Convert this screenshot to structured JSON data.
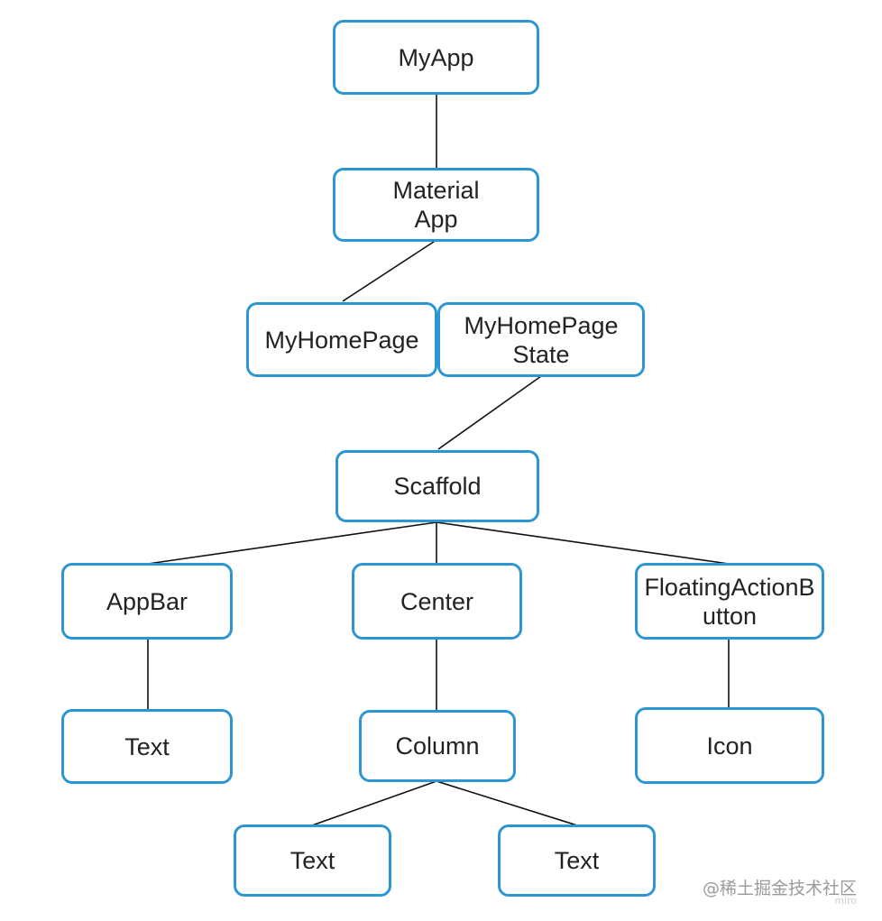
{
  "nodes": {
    "myapp": "MyApp",
    "material_app": "Material\nApp",
    "my_home_page": "MyHomePage",
    "my_home_page_state": "MyHomePage\nState",
    "scaffold": "Scaffold",
    "appbar": "AppBar",
    "center": "Center",
    "fab": "FloatingActionB\nutton",
    "appbar_text": "Text",
    "column": "Column",
    "icon": "Icon",
    "column_text_left": "Text",
    "column_text_right": "Text"
  },
  "colors": {
    "node_border": "#2e95d3",
    "edge": "#111111",
    "text": "#222222"
  },
  "watermark": "@稀土掘金技术社区",
  "corner_logo": "miro"
}
